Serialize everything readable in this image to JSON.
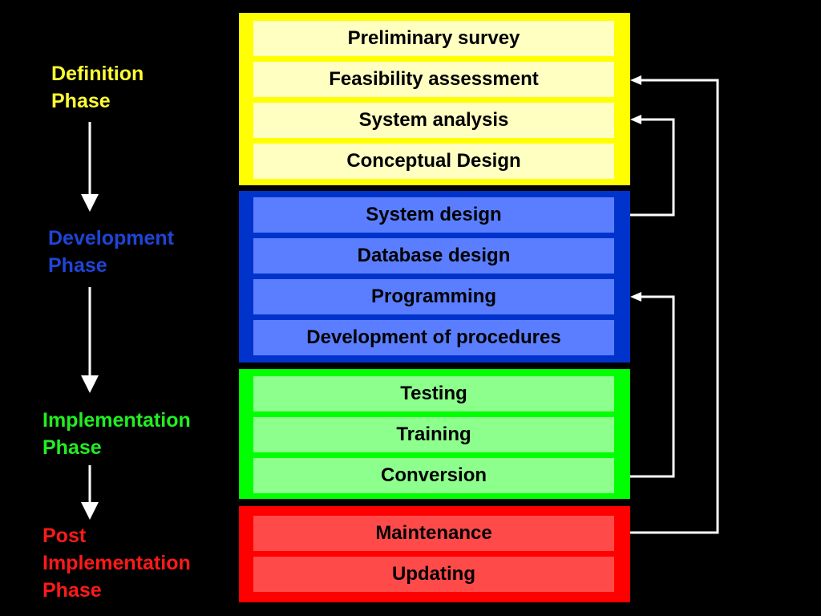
{
  "phases": [
    {
      "label": "Definition\nPhase",
      "color": "#ffff33"
    },
    {
      "label": "Development\nPhase",
      "color": "#1f45d6"
    },
    {
      "label": "Implementation\nPhase",
      "color": "#22ee22"
    },
    {
      "label": "Post\nImplementation\nPhase",
      "color": "#ff1a1a"
    }
  ],
  "groups": [
    {
      "frame_color": "#ffff00",
      "step_color": "#ffffc2",
      "steps": [
        "Preliminary survey",
        "Feasibility assessment",
        "System analysis",
        "Conceptual Design"
      ]
    },
    {
      "frame_color": "#0033cc",
      "step_color": "#5a7eff",
      "steps": [
        "System design",
        "Database design",
        "Programming",
        "Development of procedures"
      ]
    },
    {
      "frame_color": "#00ff00",
      "step_color": "#8cff8c",
      "steps": [
        "Testing",
        "Training",
        "Conversion"
      ]
    },
    {
      "frame_color": "#ff0000",
      "step_color": "#ff4a4a",
      "steps": [
        "Maintenance",
        "Updating"
      ]
    }
  ],
  "feedback_loops": [
    {
      "from": "System design",
      "to": "System analysis"
    },
    {
      "from": "Conversion",
      "to": "Programming"
    },
    {
      "from": "Maintenance",
      "to": "Feasibility assessment"
    }
  ],
  "arrow_color": "#ffffff"
}
